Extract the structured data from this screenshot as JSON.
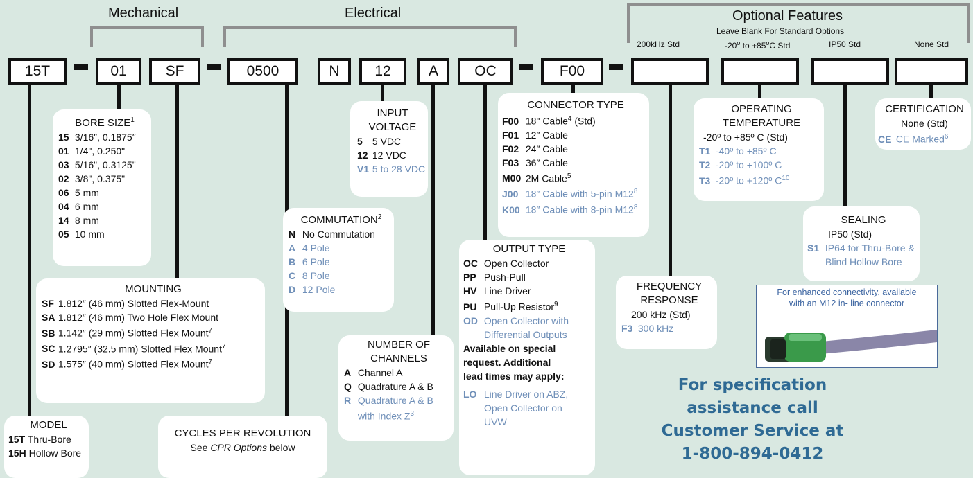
{
  "groups": {
    "mechanical": "Mechanical",
    "electrical": "Electrical",
    "optional": "Optional Features",
    "optional_sub": "Leave Blank For Standard Options"
  },
  "boxes": [
    "15T",
    "01",
    "SF",
    "0500",
    "N",
    "12",
    "A",
    "OC",
    "F00",
    "",
    "",
    "",
    ""
  ],
  "std_labels": {
    "freq": "200kHz Std",
    "temp_pre": "-20",
    "temp_sup1": "o",
    "temp_mid": " to +85",
    "temp_sup2": "o",
    "temp_post": "C Std",
    "sealing": "IP50 Std",
    "cert": "None Std"
  },
  "bore": {
    "title": "BORE SIZE",
    "note": "1",
    "items": [
      {
        "code": "15",
        "desc": "3/16″, 0.1875″"
      },
      {
        "code": "01",
        "desc": "1/4\", 0.250\""
      },
      {
        "code": "03",
        "desc": "5/16\", 0.3125\""
      },
      {
        "code": "02",
        "desc": "3/8\", 0.375\""
      },
      {
        "code": "06",
        "desc": "5 mm"
      },
      {
        "code": "04",
        "desc": "6 mm"
      },
      {
        "code": "14",
        "desc": "8 mm"
      },
      {
        "code": "05",
        "desc": "10 mm"
      }
    ]
  },
  "mounting": {
    "title": "MOUNTING",
    "items": [
      {
        "code": "SF",
        "desc": "1.812″ (46 mm) Slotted Flex-Mount",
        "note": ""
      },
      {
        "code": "SA",
        "desc": "1.812″ (46 mm) Two Hole Flex Mount",
        "note": ""
      },
      {
        "code": "SB",
        "desc": "1.142″ (29 mm) Slotted Flex Mount",
        "note": "7"
      },
      {
        "code": "SC",
        "desc": "1.2795″ (32.5 mm) Slotted Flex Mount",
        "note": "7"
      },
      {
        "code": "SD",
        "desc": "1.575″ (40 mm) Slotted Flex Mount",
        "note": "7"
      }
    ]
  },
  "model": {
    "title": "MODEL",
    "items": [
      {
        "code": "15T",
        "desc": "Thru-Bore"
      },
      {
        "code": "15H",
        "desc": "Hollow Bore"
      }
    ]
  },
  "cpr": {
    "title": "CYCLES PER REVOLUTION",
    "pre": "See ",
    "em": "CPR Options",
    "post": " below"
  },
  "input_voltage": {
    "title1": "INPUT",
    "title2": "VOLTAGE",
    "items": [
      {
        "code": "5",
        "desc": "5 VDC",
        "optional": false
      },
      {
        "code": "12",
        "desc": "12 VDC",
        "optional": false
      },
      {
        "code": "V1",
        "desc": "5 to 28 VDC",
        "optional": true
      }
    ]
  },
  "commutation": {
    "title": "COMMUTATION",
    "note": "2",
    "items": [
      {
        "code": "N",
        "desc": "No Commutation",
        "optional": false
      },
      {
        "code": "A",
        "desc": "4 Pole",
        "optional": true
      },
      {
        "code": "B",
        "desc": "6 Pole",
        "optional": true
      },
      {
        "code": "C",
        "desc": "8 Pole",
        "optional": true
      },
      {
        "code": "D",
        "desc": "12 Pole",
        "optional": true
      }
    ]
  },
  "channels": {
    "title1": "NUMBER OF",
    "title2": "CHANNELS",
    "items": [
      {
        "code": "A",
        "desc": "Channel A",
        "note": "",
        "optional": false
      },
      {
        "code": "Q",
        "desc": "Quadrature A & B",
        "note": "",
        "optional": false
      },
      {
        "code": "R",
        "desc": "Quadrature A & B",
        "desc2": "with Index Z",
        "note": "3",
        "optional": true
      }
    ]
  },
  "connector": {
    "title": "CONNECTOR TYPE",
    "items": [
      {
        "code": "F00",
        "desc": "18\" Cable",
        "note": "4",
        "suffix": " (Std)",
        "optional": false
      },
      {
        "code": "F01",
        "desc": "12″ Cable",
        "note": "",
        "suffix": "",
        "optional": false
      },
      {
        "code": "F02",
        "desc": "24″ Cable",
        "note": "",
        "suffix": "",
        "optional": false
      },
      {
        "code": "F03",
        "desc": "36″ Cable",
        "note": "",
        "suffix": "",
        "optional": false
      },
      {
        "code": "M00",
        "desc": "2M Cable",
        "note": "5",
        "suffix": "",
        "optional": false
      },
      {
        "code": "J00",
        "desc": "18″ Cable with 5-pin M12",
        "note": "8",
        "suffix": "",
        "optional": true
      },
      {
        "code": "K00",
        "desc": "18″ Cable with 8-pin M12",
        "note": "8",
        "suffix": "",
        "optional": true
      }
    ]
  },
  "output": {
    "title": "OUTPUT TYPE",
    "items": [
      {
        "code": "OC",
        "desc": "Open Collector",
        "note": "",
        "optional": false
      },
      {
        "code": "PP",
        "desc": "Push-Pull",
        "note": "",
        "optional": false
      },
      {
        "code": "HV",
        "desc": "Line Driver",
        "note": "",
        "optional": false
      },
      {
        "code": "PU",
        "desc": "Pull-Up Resistor",
        "note": "9",
        "optional": false
      }
    ],
    "od_code": "OD",
    "od_line1": "Open Collector with",
    "od_line2": "Differential Outputs",
    "special1": "Available on special",
    "special2": "request.  Additional",
    "special3": "lead times may apply:",
    "lo_code": "LO",
    "lo_line1": "Line Driver on ABZ,",
    "lo_line2": "Open Collector on",
    "lo_line3": "UVW"
  },
  "frequency": {
    "title1": "FREQUENCY",
    "title2": "RESPONSE",
    "std": "200 kHz (Std)",
    "items": [
      {
        "code": "F3",
        "desc": "300 kHz"
      }
    ]
  },
  "temperature": {
    "title1": "OPERATING",
    "title2": "TEMPERATURE",
    "std": "-20º to +85º C (Std)",
    "items": [
      {
        "code": "T1",
        "desc": "-40º to +85º C",
        "note": ""
      },
      {
        "code": "T2",
        "desc": "-20º to +100º C",
        "note": ""
      },
      {
        "code": "T3",
        "desc": "-20º to +120º C",
        "note": "10"
      }
    ]
  },
  "certification": {
    "title": "CERTIFICATION",
    "std": "None (Std)",
    "items": [
      {
        "code": "CE",
        "desc": "CE Marked",
        "note": "6"
      }
    ]
  },
  "sealing": {
    "title": "SEALING",
    "std": "IP50 (Std)",
    "code": "S1",
    "line1": "IP64 for Thru-Bore &",
    "line2": "Blind Hollow Bore"
  },
  "connectivity": {
    "line1": "For enhanced connectivity, available",
    "line2": "with an M12 in- line connector"
  },
  "call": {
    "line1": "For specification",
    "line2": "assistance call",
    "line3": "Customer Service at",
    "line4": "1-800-894-0412"
  },
  "colors": {
    "background": "#d9e8e1",
    "bracket": "#8f8f8f",
    "optional_text": "#6f8fb8",
    "call_text": "#2f6a94"
  }
}
